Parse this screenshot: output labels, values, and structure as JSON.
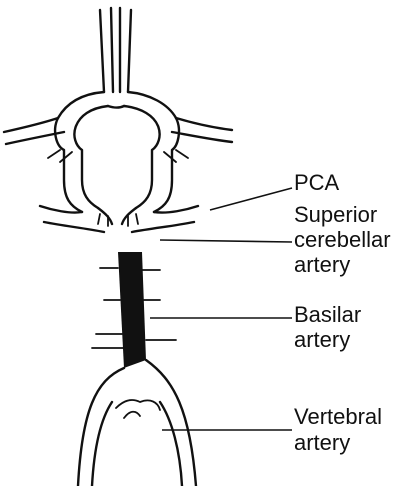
{
  "labels": {
    "pca": "PCA",
    "superior_cerebellar": [
      "Superior",
      "cerebellar",
      "artery"
    ],
    "basilar": [
      "Basilar",
      "artery"
    ],
    "vertebral": [
      "Vertebral",
      "artery"
    ]
  },
  "colors": {
    "ink": "#111111",
    "background": "#ffffff"
  }
}
